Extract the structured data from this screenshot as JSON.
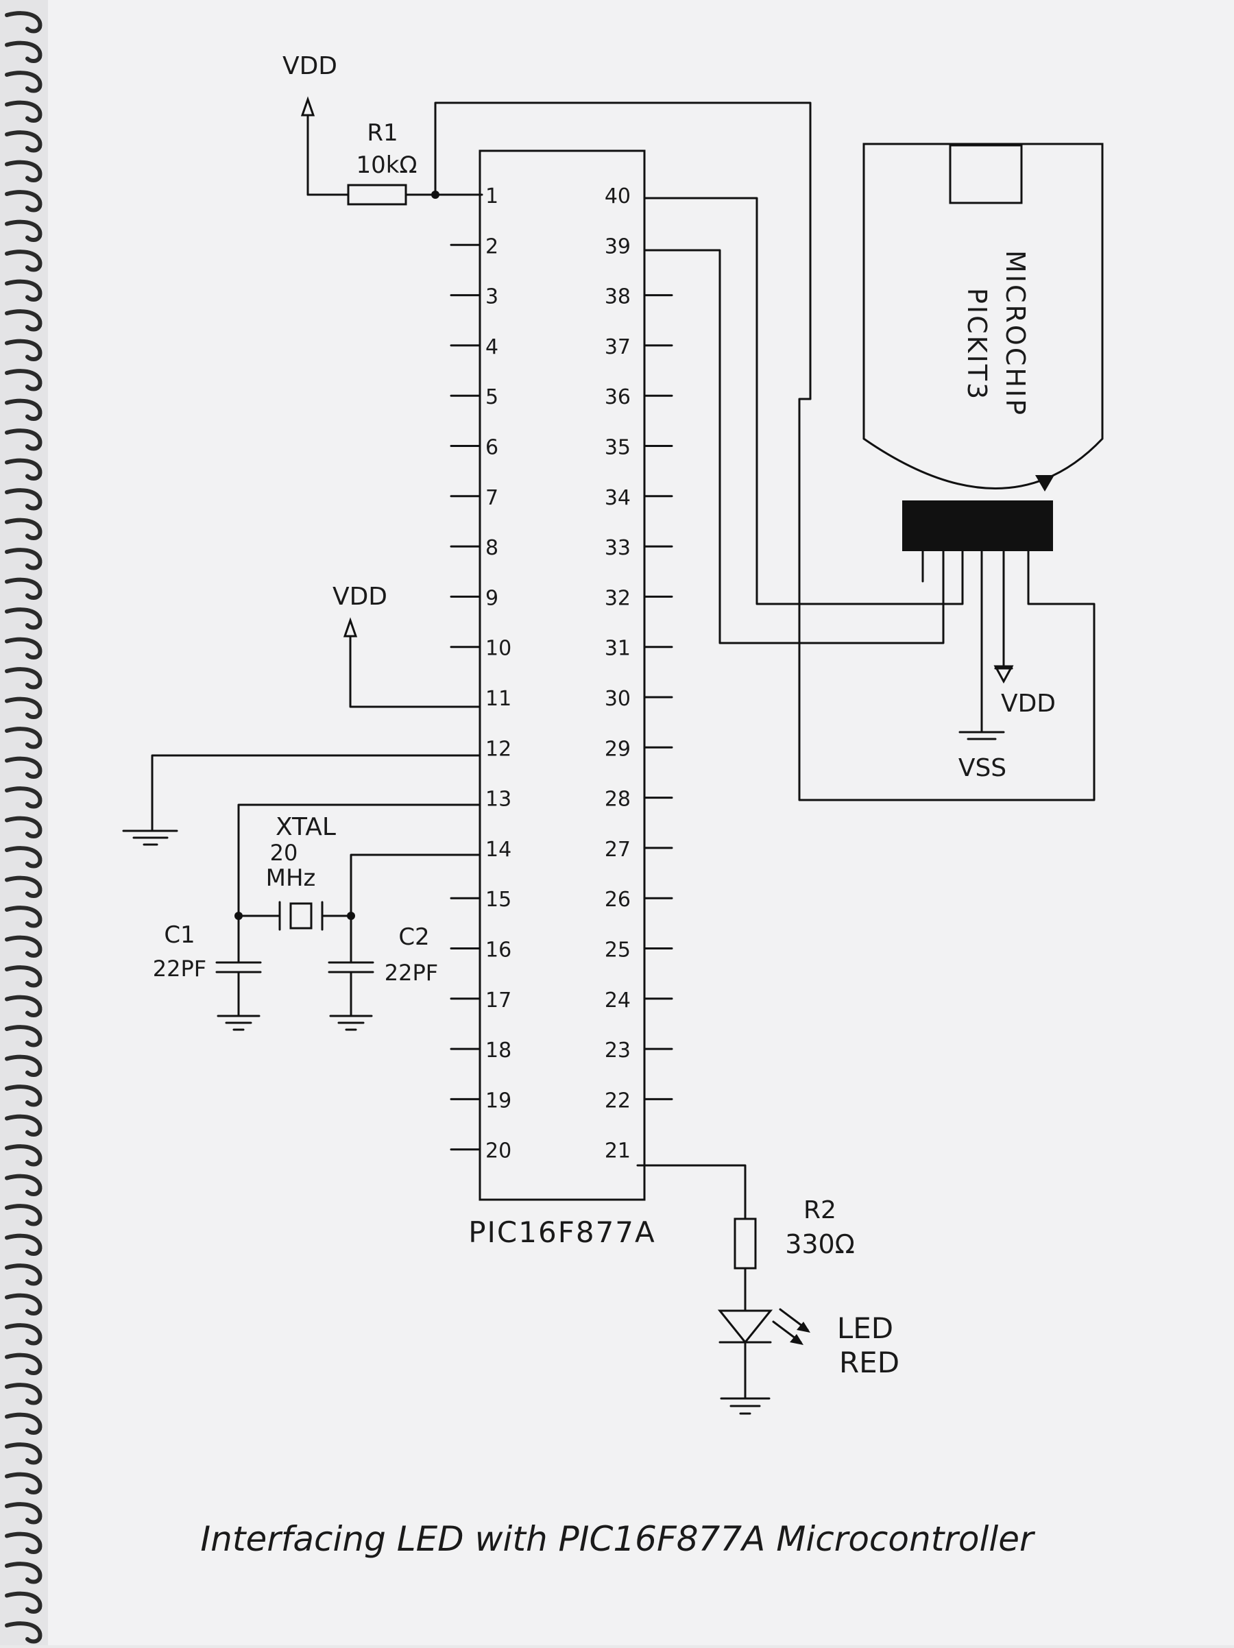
{
  "labels": {
    "vdd_top": "VDD",
    "r1_name": "R1",
    "r1_value": "10kΩ",
    "vdd_left": "VDD",
    "xtal_name": "XTAL",
    "xtal_freq": "20",
    "xtal_unit": "MHz",
    "c1_name": "C1",
    "c1_value": "22PF",
    "c2_name": "C2",
    "c2_value": "22PF",
    "chip_name": "PIC16F877A",
    "r2_name": "R2",
    "r2_value": "330Ω",
    "led_line1": "LED",
    "led_line2": "RED",
    "pickit_line1": "MICROCHIP",
    "pickit_line2": "PICKIT3",
    "pickit_vdd": "VDD",
    "pickit_vss": "VSS",
    "title": "Interfacing LED with PIC16F877A Microcontroller"
  },
  "pins_left": [
    "1",
    "2",
    "3",
    "4",
    "5",
    "6",
    "7",
    "8",
    "9",
    "10",
    "11",
    "12",
    "13",
    "14",
    "15",
    "16",
    "17",
    "18",
    "19",
    "20"
  ],
  "pins_right": [
    "40",
    "39",
    "38",
    "37",
    "36",
    "35",
    "34",
    "33",
    "32",
    "31",
    "30",
    "29",
    "28",
    "27",
    "26",
    "25",
    "24",
    "23",
    "22",
    "21"
  ],
  "colors": {
    "paper": "#f2f2f3",
    "ink": "#111111",
    "binding": "#2a2a2a"
  }
}
